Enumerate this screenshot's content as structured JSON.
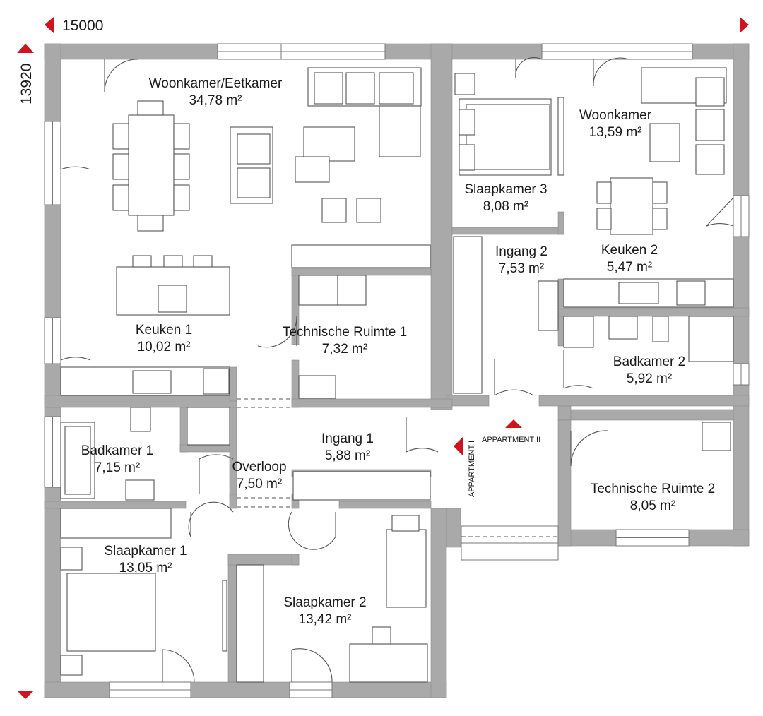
{
  "dimensions": {
    "width_mm": "15000",
    "depth_mm": "13920"
  },
  "colors": {
    "accent": "#d0141e",
    "wall": "#a9a9a9"
  },
  "apartments": {
    "one": "APPARTMENT I",
    "two": "APPARTMENT II"
  },
  "rooms": [
    {
      "name": "Woonkamer/Eetkamer",
      "area": "34,78 m²"
    },
    {
      "name": "Woonkamer",
      "area": "13,59 m²"
    },
    {
      "name": "Slaapkamer 3",
      "area": "8,08 m²"
    },
    {
      "name": "Ingang 2",
      "area": "7,53 m²"
    },
    {
      "name": "Keuken 2",
      "area": "5,47 m²"
    },
    {
      "name": "Keuken 1",
      "area": "10,02 m²"
    },
    {
      "name": "Technische Ruimte 1",
      "area": "7,32 m²"
    },
    {
      "name": "Badkamer 2",
      "area": "5,92 m²"
    },
    {
      "name": "Ingang 1",
      "area": "5,88 m²"
    },
    {
      "name": "Badkamer 1",
      "area": "7,15 m²"
    },
    {
      "name": "Overloop",
      "area": "7,50 m²"
    },
    {
      "name": "Technische Ruimte 2",
      "area": "8,05 m²"
    },
    {
      "name": "Slaapkamer 1",
      "area": "13,05 m²"
    },
    {
      "name": "Slaapkamer 2",
      "area": "13,42 m²"
    }
  ]
}
